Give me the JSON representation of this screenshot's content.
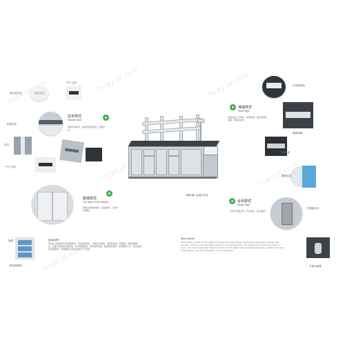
{
  "watermarks": [
    "hcgy.jd.com",
    "hcgy.jd.com",
    "hcgy.jd.com",
    "hcgy.jd.com",
    "hcgy.jd.com",
    "hcgy.jd.com"
  ],
  "left": {
    "handle_round_label": "铝合金拉手",
    "pvc_label_top": "PVC 拉手",
    "handle_style_title": "拉手样式",
    "handle_style_sub": "Handle style",
    "handle_style_desc": "美观实用拉手，适合实验台使用，表面光洁。",
    "cabinet_handle_label": "柜体拉手",
    "handle_label_left": "拉手",
    "pvc_label_bottom": "PVC 拉手",
    "cabinet_style_title": "柜体样式",
    "cabinet_style_sub": "The style of the cabinet",
    "cabinet_style_desc": "柜体采用钢木结构，稳固耐用，门板开合顺畅。",
    "drawer_label": "抽屉",
    "drawer_cabinet_label": "移动抽屉柜"
  },
  "center": {
    "product_code": "SYT-01",
    "product_name": "全钢中央台",
    "intro_heading": "实验台简介",
    "intro_text": "实验台 采用优质冷轧钢板制作，经过酸洗磷化、静电喷涂处理，具有耐腐蚀、耐酸碱、承重强等特点，台面可选用实芯理化板、环氧树脂板等，柜体结构合理，抽屉滑轨顺滑，整体美观大方，适合各类实验室使用，可根据用户需求定制尺寸与配置。",
    "en_heading": "Steel cabinet",
    "en_text": "Steel cabinet is made of high quality cold rolled steel, after pickling phosphating, electrostatic spraying, with corrosion resistance, acid and alkali resistance, strong load bearing. The worktop can be solid color board or epoxy resin board, reasonable cabinet structure, smooth drawer slide, beautiful appearance, suitable for all kinds of laboratories, size and configuration can be customized."
  },
  "right": {
    "shelf_label": "试剂架层板",
    "slide_style_title": "滑道样式",
    "slide_style_sub": "Slide Style",
    "slide_style_desc": "采用优质三节滑轨，承重性强，推拉顺滑无噪音，使用寿命长。",
    "slide_detail_label": "静音滑道",
    "triple_rail_label": "三节滑轨道",
    "corner_label": "圆角包边",
    "hinge_style_title": "合页样式",
    "hinge_style_sub": "Hinge Style",
    "hinge_style_desc": "采用不锈钢合页，开合自如，经久耐用。",
    "hinge_detail_label": "不锈钢合页",
    "adjust_foot_label": "可调节脚垫"
  },
  "colors": {
    "accent_green": "#3caa4a",
    "cabinet_grey": "#cfd5da",
    "worktop_dark": "#3a4148"
  }
}
